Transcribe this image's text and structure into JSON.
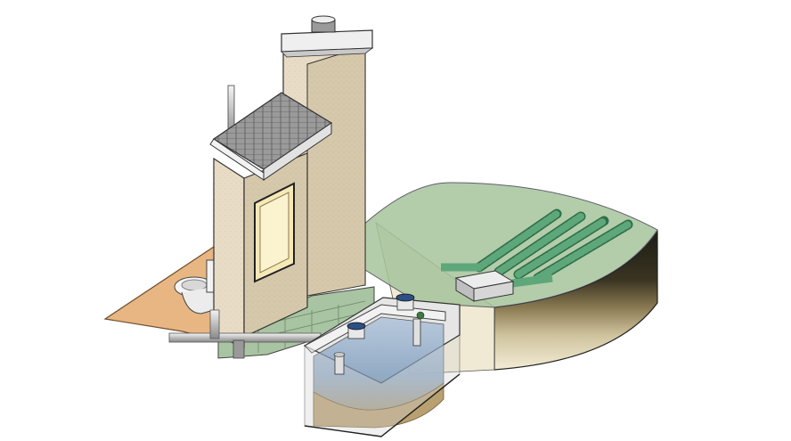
{
  "diagram": {
    "components": [
      {
        "id": "house-wall",
        "icon": "house-icon"
      },
      {
        "id": "chimney",
        "icon": "chimney-icon"
      },
      {
        "id": "roof",
        "icon": "roof-icon"
      },
      {
        "id": "window",
        "icon": "window-icon"
      },
      {
        "id": "toilet",
        "icon": "toilet-icon"
      },
      {
        "id": "sewer-pipe",
        "icon": "pipe-icon"
      },
      {
        "id": "septic-tank",
        "icon": "tank-icon"
      },
      {
        "id": "distribution-box",
        "icon": "box-icon"
      },
      {
        "id": "drain-field",
        "icon": "drain-field-icon"
      }
    ],
    "colors": {
      "stucco": "#e8dcc6",
      "stucco_shadow": "#cdbfa4",
      "roof": "#9a9a9a",
      "floor": "#e8b682",
      "foundation": "#a8c4a2",
      "grass": "#a6c49c",
      "soil_dark": "#2a2a1c",
      "soil_mid": "#8a7a52",
      "soil_light": "#efe6cc",
      "tank": "#dcdcdc",
      "water": "#9eb4cc",
      "sludge": "#b8a070",
      "pipe_green": "#5ea77a",
      "lid_blue": "#2c4f86"
    }
  }
}
